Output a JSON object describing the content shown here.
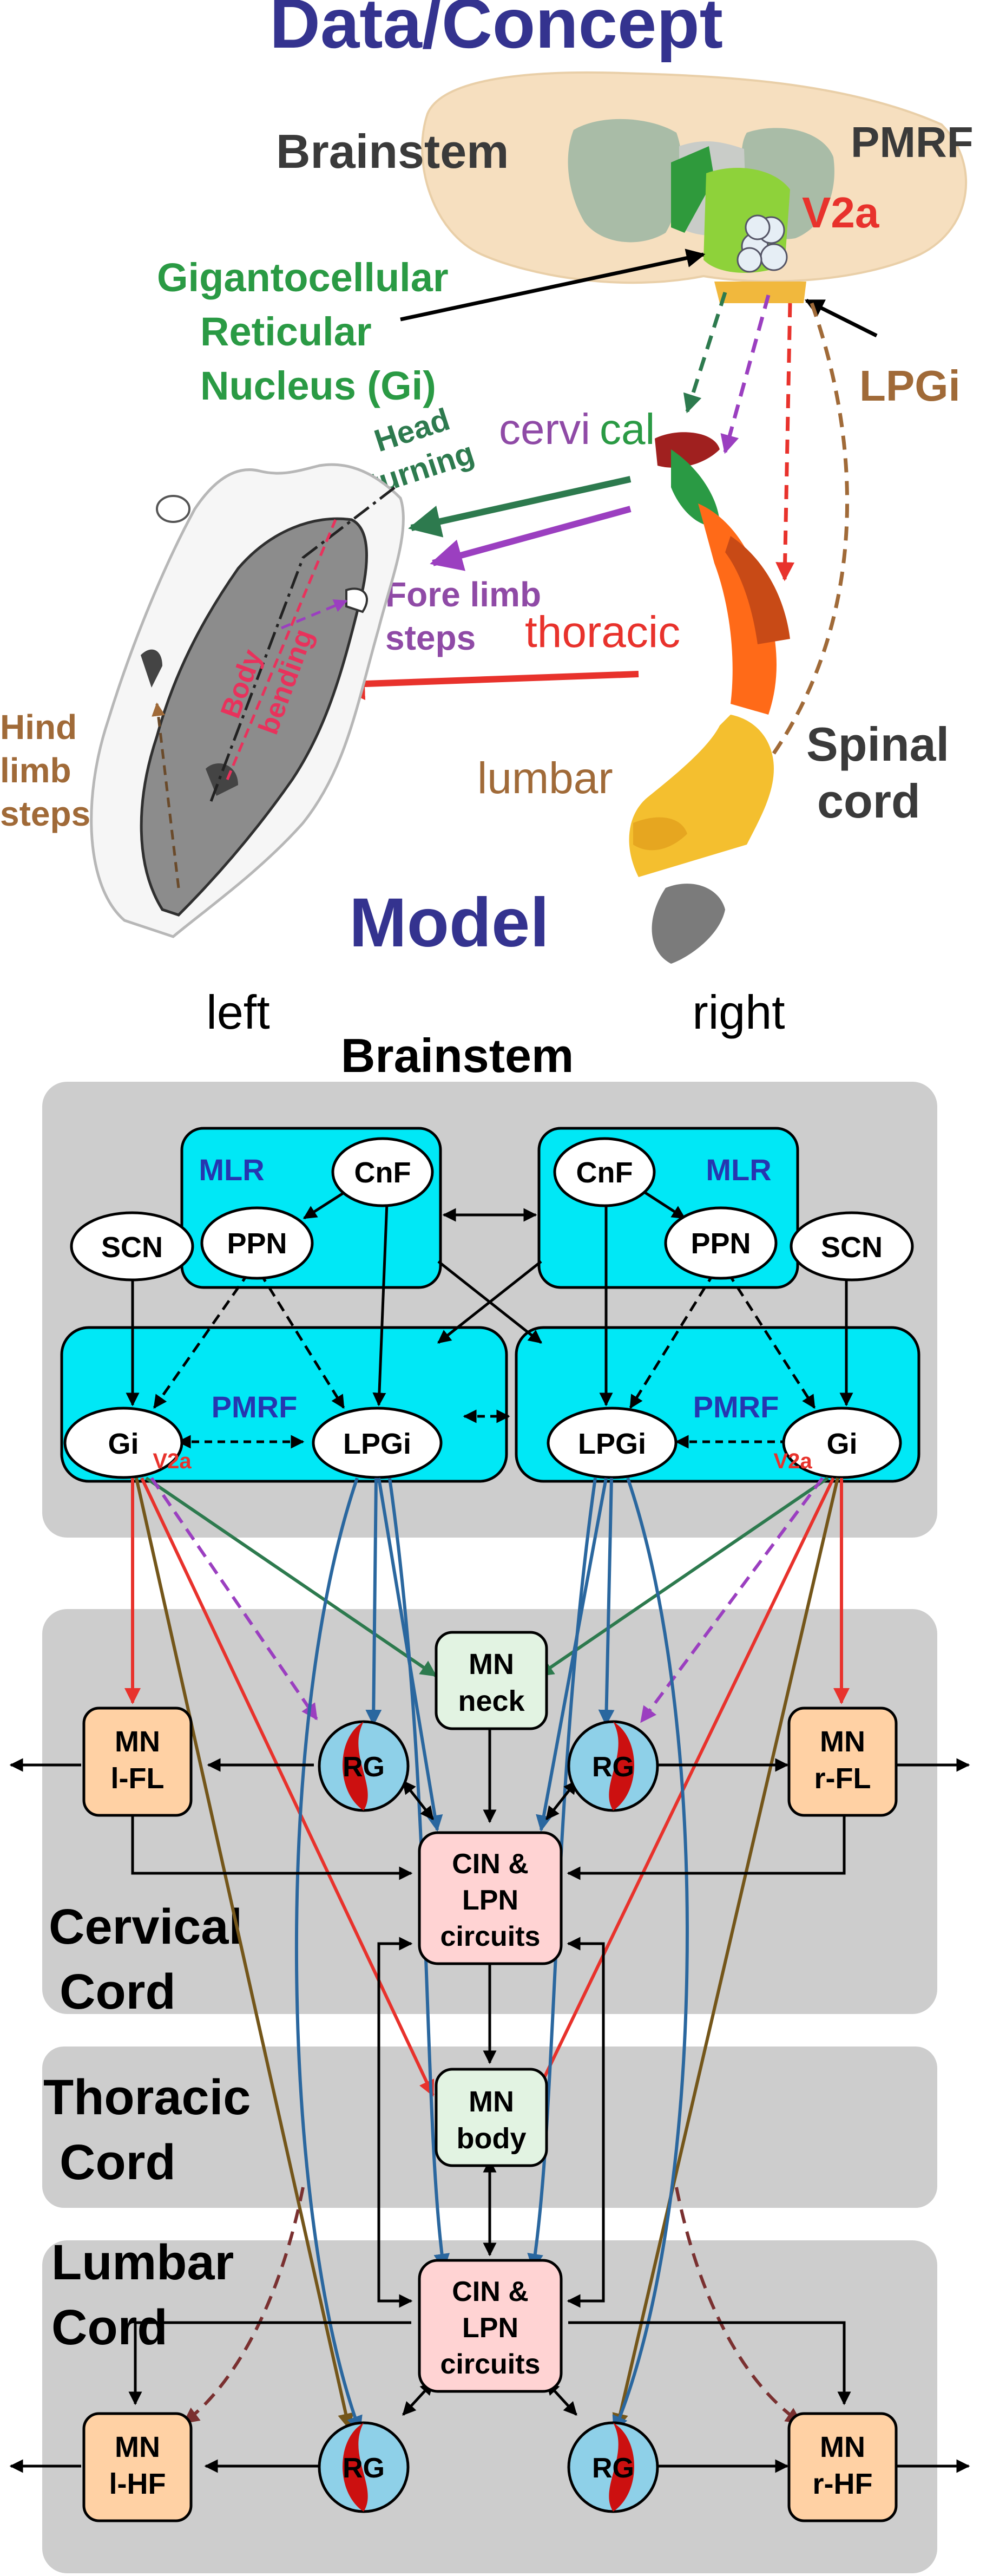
{
  "top": {
    "heading": "Data/Concept",
    "brainstem": "Brainstem",
    "pmrf": "PMRF",
    "v2a": "V2a",
    "gi_line1": "Gigantocellular",
    "gi_line2": "Reticular",
    "gi_line3": "Nucleus (Gi)",
    "lpgi": "LPGi",
    "cerv_1": "cervi",
    "cerv_2": "c",
    "cerv_3": "al",
    "head_1": "Head",
    "head_2": "turning",
    "fore_1": "Fore limb",
    "fore_2": "steps",
    "thoracic": "thoracic",
    "body_1": "Body",
    "body_2": "bending",
    "hind_1": "Hind",
    "hind_2": "limb",
    "hind_3": "steps",
    "lumbar": "lumbar",
    "spinal_1": "Spinal",
    "spinal_2": "cord"
  },
  "model": {
    "heading": "Model",
    "left": "left",
    "right": "right",
    "brainstem": "Brainstem",
    "mlr": "MLR",
    "cnf": "CnF",
    "ppn": "PPN",
    "scn": "SCN",
    "pmrf": "PMRF",
    "gi": "Gi",
    "lpgi": "LPGi",
    "v2a": "V2a",
    "cervical_1": "Cervical",
    "cervical_2": "Cord",
    "thoracic_1": "Thoracic",
    "thoracic_2": "Cord",
    "lumbar_1": "Lumbar",
    "lumbar_2": "Cord",
    "mn": "MN",
    "neck": "neck",
    "body": "body",
    "lfl": "l-FL",
    "rfl": "r-FL",
    "lhf": "l-HF",
    "rhf": "r-HF",
    "rg": "RG",
    "cin_1": "CIN &",
    "cin_2": "LPN",
    "cin_3": "circuits"
  },
  "colors": {
    "title": "#34338f",
    "green": "#2a9a44",
    "red": "#e8322c",
    "purple": "#8f4aa6",
    "brown": "#a06a38",
    "blue": "#2a679f",
    "cyan": "#00e8f6",
    "gray_region": "#cdcdcd",
    "dark_green": "#2d7a4e",
    "olive": "#74561a",
    "maroon": "#7a3030",
    "mlr_text": "#2636b0"
  }
}
